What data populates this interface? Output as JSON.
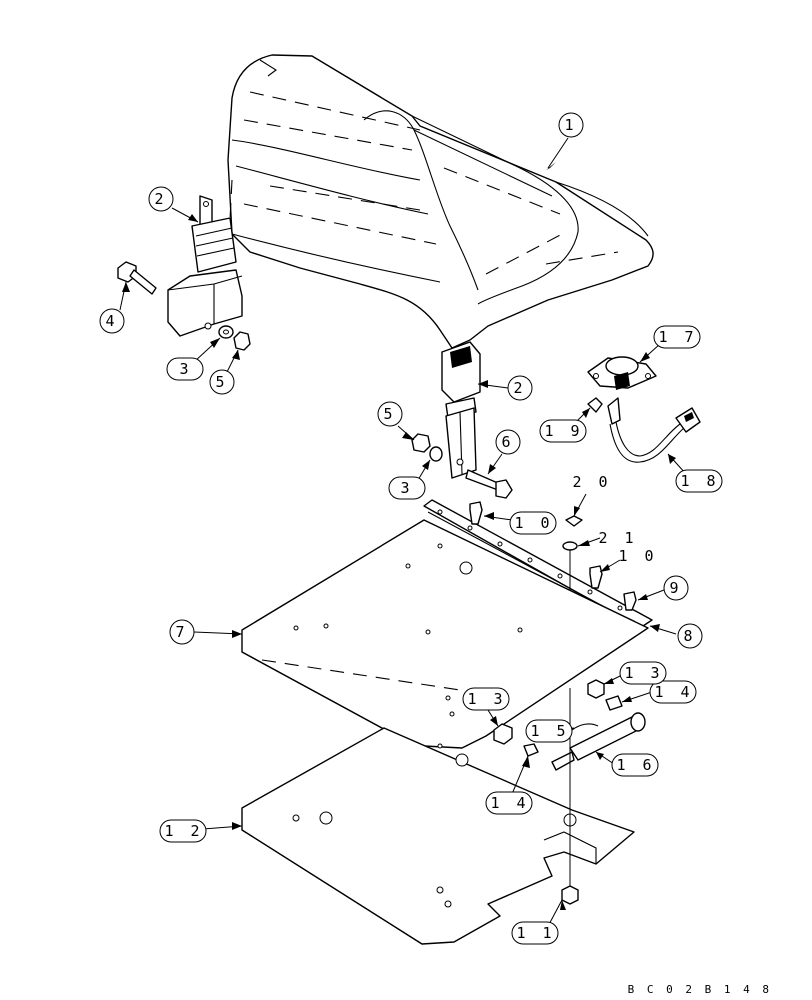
{
  "drawing_code": "B C 0 2 B 1 4 8",
  "callouts": [
    {
      "id": "c1",
      "label": "1"
    },
    {
      "id": "c2a",
      "label": "2"
    },
    {
      "id": "c4",
      "label": "4"
    },
    {
      "id": "c3a",
      "label": "3"
    },
    {
      "id": "c5a",
      "label": "5"
    },
    {
      "id": "c2b",
      "label": "2"
    },
    {
      "id": "c5b",
      "label": "5"
    },
    {
      "id": "c6",
      "label": "6"
    },
    {
      "id": "c3b",
      "label": "3"
    },
    {
      "id": "c17",
      "label": "1 7"
    },
    {
      "id": "c19",
      "label": "1 9"
    },
    {
      "id": "c18",
      "label": "1 8"
    },
    {
      "id": "c20",
      "label": "2 0"
    },
    {
      "id": "c10a",
      "label": "1 0"
    },
    {
      "id": "c21",
      "label": "2 1"
    },
    {
      "id": "c10b",
      "label": "1 0"
    },
    {
      "id": "c9",
      "label": "9"
    },
    {
      "id": "c7",
      "label": "7"
    },
    {
      "id": "c8",
      "label": "8"
    },
    {
      "id": "c13a",
      "label": "1 3"
    },
    {
      "id": "c14a",
      "label": "1 4"
    },
    {
      "id": "c13b",
      "label": "1 3"
    },
    {
      "id": "c15",
      "label": "1 5"
    },
    {
      "id": "c16",
      "label": "1 6"
    },
    {
      "id": "c14b",
      "label": "1 4"
    },
    {
      "id": "c12",
      "label": "1 2"
    },
    {
      "id": "c11",
      "label": "1 1"
    }
  ]
}
